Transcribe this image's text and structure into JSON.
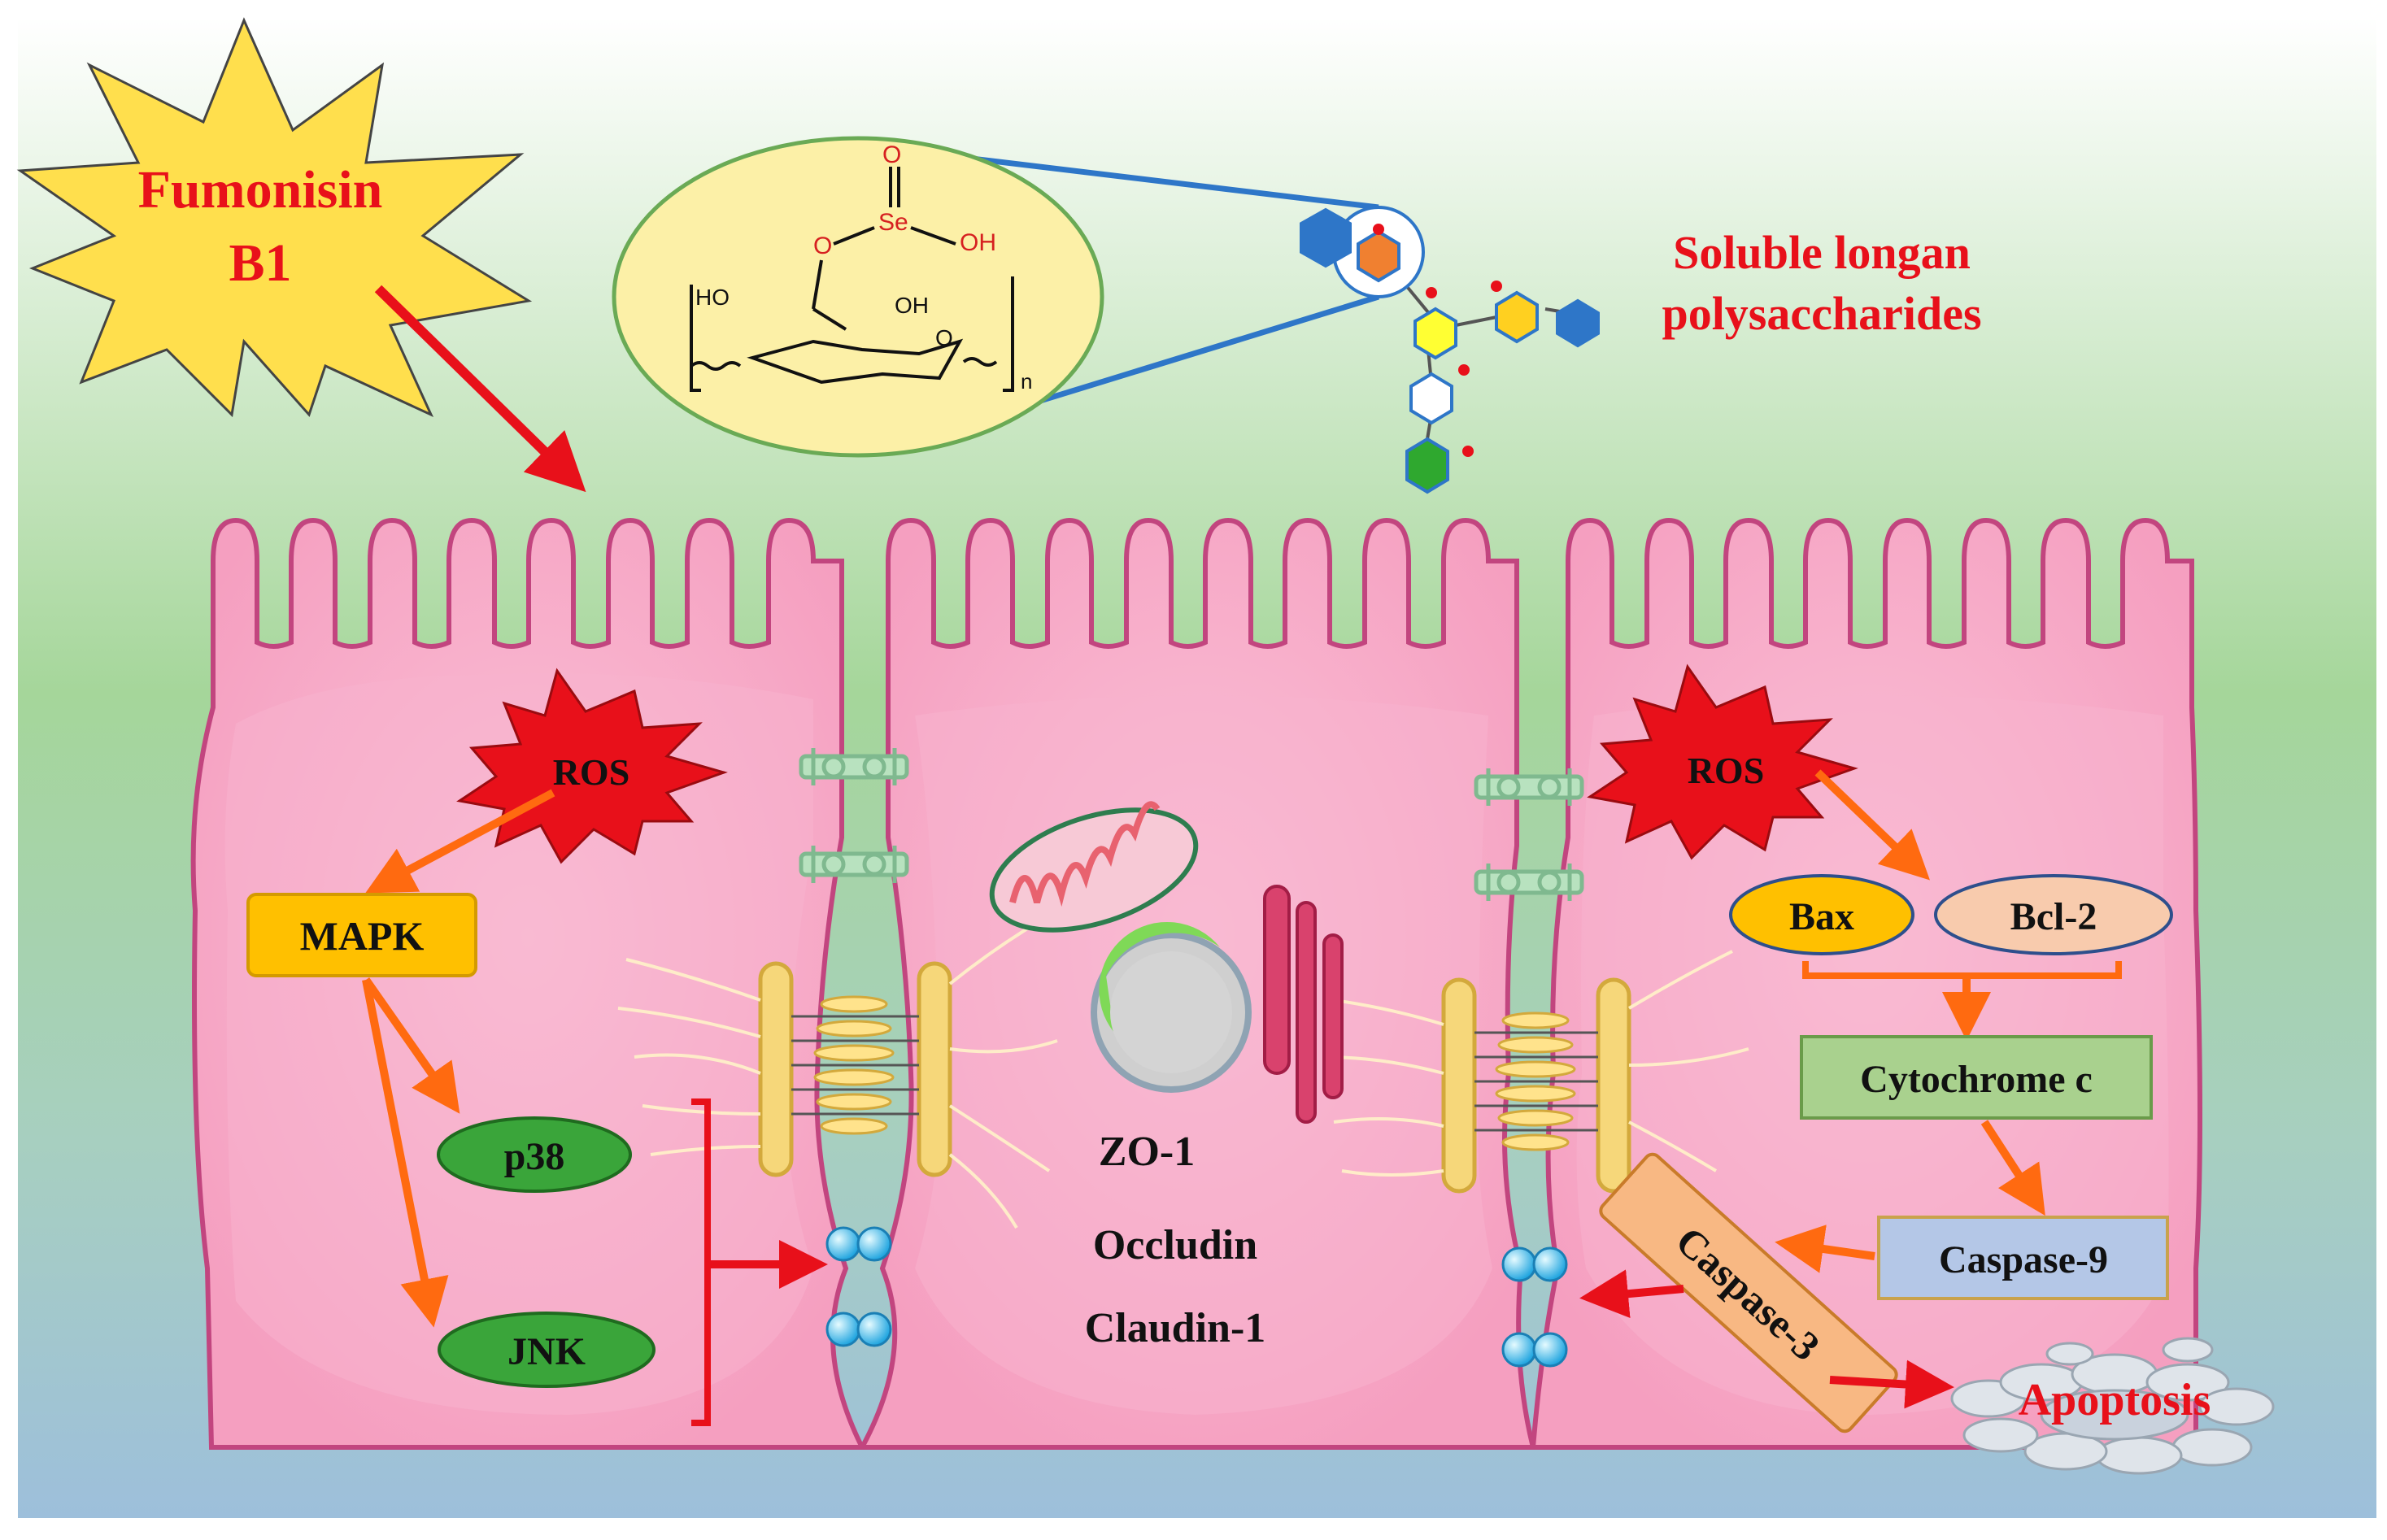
{
  "toxin": {
    "line1": "Fumonisin",
    "line2": "B1"
  },
  "polysaccharide": {
    "line1": "Soluble longan",
    "line2": "polysaccharides"
  },
  "structure": {
    "o_top": "O",
    "se": "Se",
    "oh_right": "OH",
    "o_left": "O",
    "ho": "HO",
    "oh_ring": "OH",
    "o_ring": "O",
    "n": "n"
  },
  "left_cell": {
    "ros": "ROS",
    "mapk": "MAPK",
    "p38": "p38",
    "jnk": "JNK"
  },
  "middle_cell": {
    "zo1": "ZO-1",
    "occludin": "Occludin",
    "claudin": "Claudin-1"
  },
  "right_cell": {
    "ros": "ROS",
    "bax": "Bax",
    "bcl2": "Bcl-2",
    "cytochrome": "Cytochrome c",
    "caspase9": "Caspase-9",
    "caspase3": "Caspase-3",
    "apoptosis": "Apoptosis"
  },
  "colors": {
    "red": "#e8101a",
    "orange_arrow": "#ff6a10",
    "cell_fill": "#f7a3c4",
    "cell_stroke": "#c2457f",
    "mapk": "#ffc000",
    "green_oval": "#3aa53a",
    "bax": "#ffc000",
    "bcl2": "#f8cbad",
    "cytochrome": "#a9d18e",
    "caspase9": "#b4c7e7"
  }
}
